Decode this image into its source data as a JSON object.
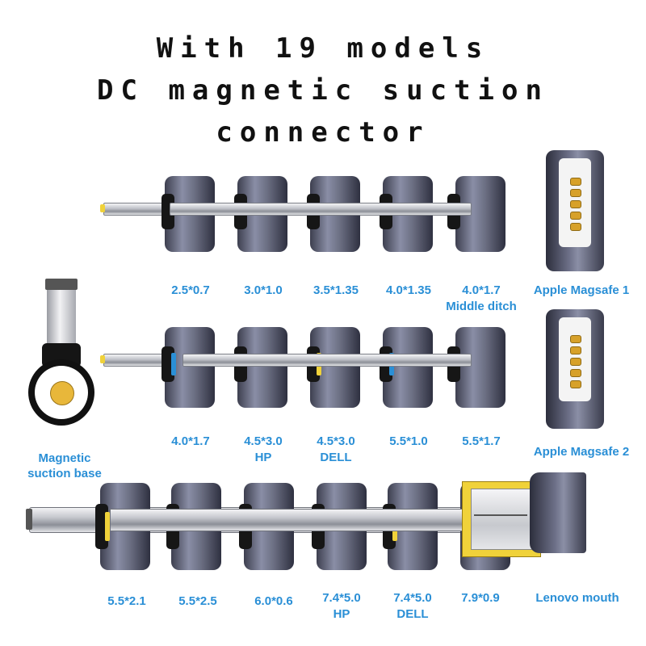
{
  "title": {
    "line1": "With 19 models",
    "line2": "DC magnetic suction",
    "line3": "connector"
  },
  "base_label": {
    "line1": "Magnetic",
    "line2": "suction base"
  },
  "row1": [
    {
      "size": "2.5*0.7",
      "note": ""
    },
    {
      "size": "3.0*1.0",
      "note": ""
    },
    {
      "size": "3.5*1.35",
      "note": ""
    },
    {
      "size": "4.0*1.35",
      "note": ""
    },
    {
      "size": "4.0*1.7",
      "note": "Middle ditch"
    }
  ],
  "row2": [
    {
      "size": "4.0*1.7",
      "note": ""
    },
    {
      "size": "4.5*3.0",
      "note": "HP"
    },
    {
      "size": "4.5*3.0",
      "note": "DELL"
    },
    {
      "size": "5.5*1.0",
      "note": ""
    },
    {
      "size": "5.5*1.7",
      "note": ""
    }
  ],
  "row3": [
    {
      "size": "5.5*2.1",
      "note": ""
    },
    {
      "size": "5.5*2.5",
      "note": ""
    },
    {
      "size": "6.0*0.6",
      "note": ""
    },
    {
      "size": "7.4*5.0",
      "note": "HP"
    },
    {
      "size": "7.4*5.0",
      "note": "DELL"
    },
    {
      "size": "7.9*0.9",
      "note": ""
    }
  ],
  "magsafe1": "Apple Magsafe 1",
  "magsafe2": "Apple Magsafe 2",
  "lenovo": "Lenovo mouth",
  "colors": {
    "label": "#2a8fd6",
    "gold": "#d7a12a",
    "yellow": "#f0d23a",
    "blue": "#2a8fd6",
    "body": "#6b6e82"
  }
}
